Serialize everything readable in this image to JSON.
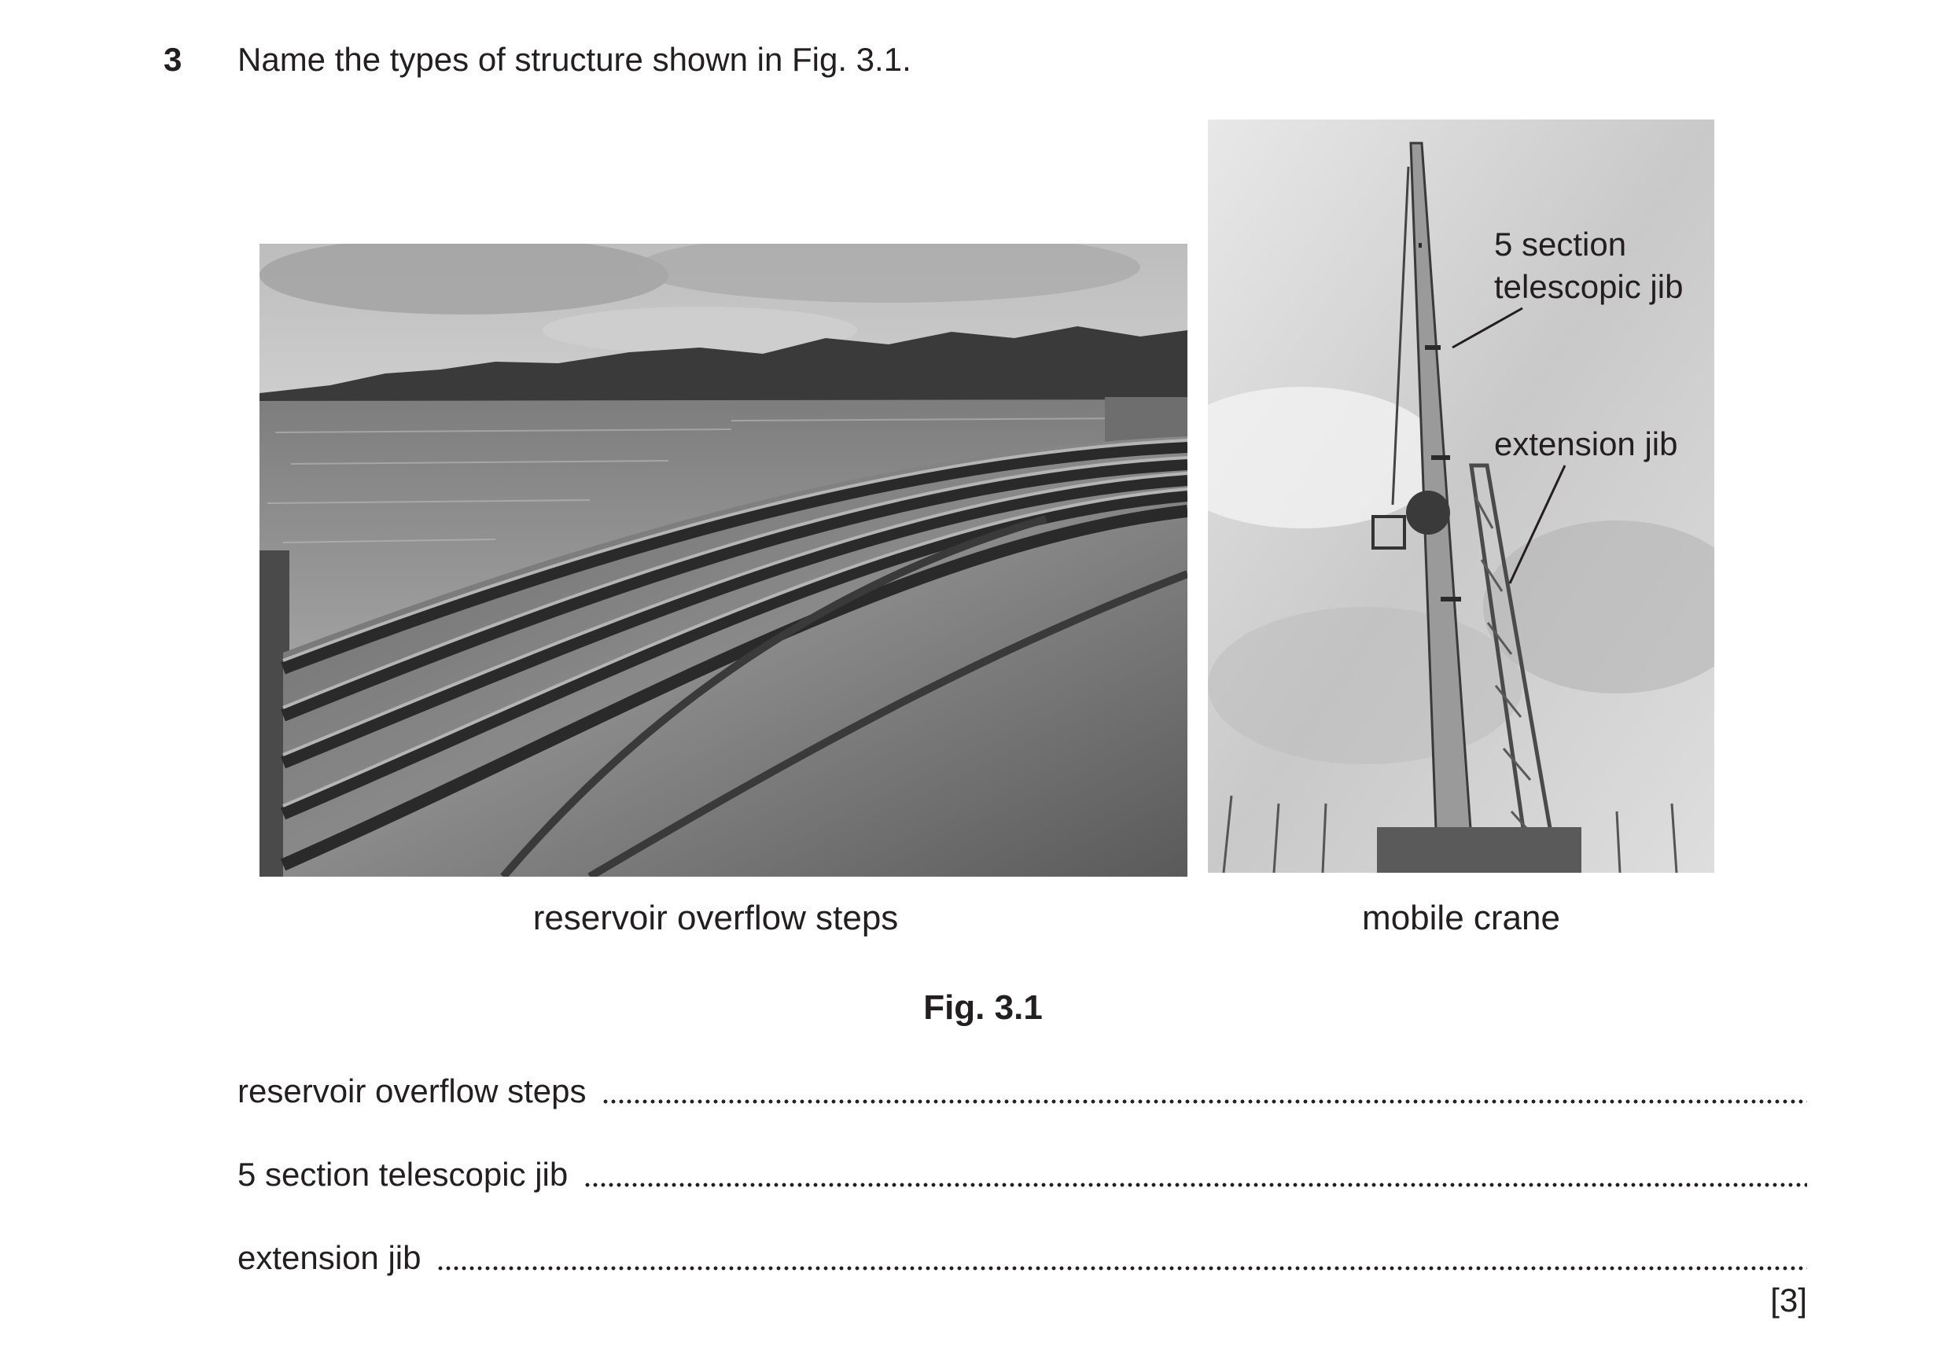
{
  "question": {
    "number": "3",
    "text": "Name the types of structure shown in Fig. 3.1."
  },
  "figure": {
    "photo_left_caption": "reservoir overflow steps",
    "photo_right_caption": "mobile crane",
    "crane_labels": {
      "telescopic_line1": "5 section",
      "telescopic_line2": "telescopic jib",
      "extension": "extension jib"
    },
    "title": "Fig. 3.1"
  },
  "answers": [
    {
      "label": "reservoir overflow steps"
    },
    {
      "label": "5 section telescopic jib"
    },
    {
      "label": "extension jib"
    }
  ],
  "marks": "[3]"
}
